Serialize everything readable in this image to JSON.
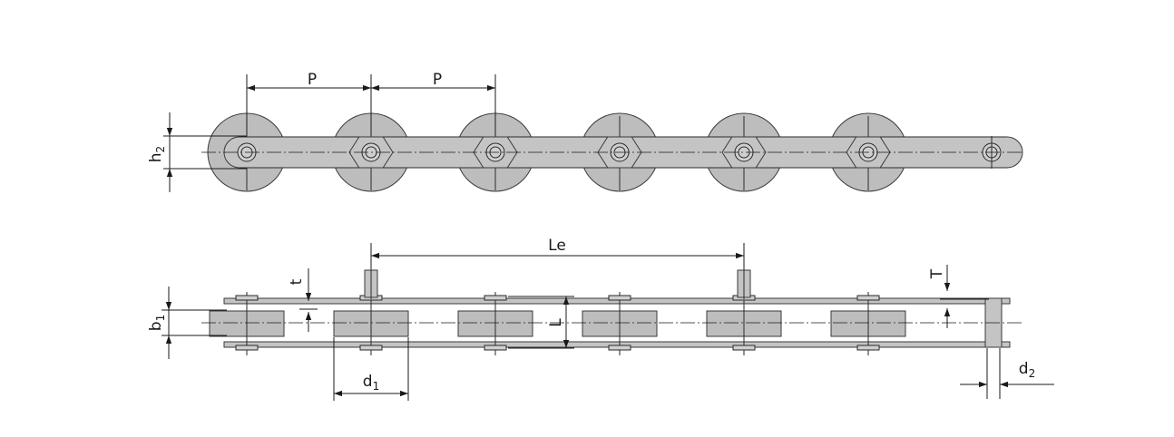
{
  "labels": {
    "pitch": "P",
    "roller_height": "h",
    "roller_height_sub": "2",
    "extended_pitch": "Le",
    "plate_thickness": "t",
    "attachment_thickness": "T",
    "inner_width": "b",
    "inner_width_sub": "1",
    "pin_length": "L",
    "roller_diameter": "d",
    "roller_diameter_sub": "1",
    "pin_diameter": "d",
    "pin_diameter_sub": "2"
  },
  "colors": {
    "roller": "#bdbdbd",
    "plate": "#c4c4c4",
    "line": "#1a1a1a"
  }
}
